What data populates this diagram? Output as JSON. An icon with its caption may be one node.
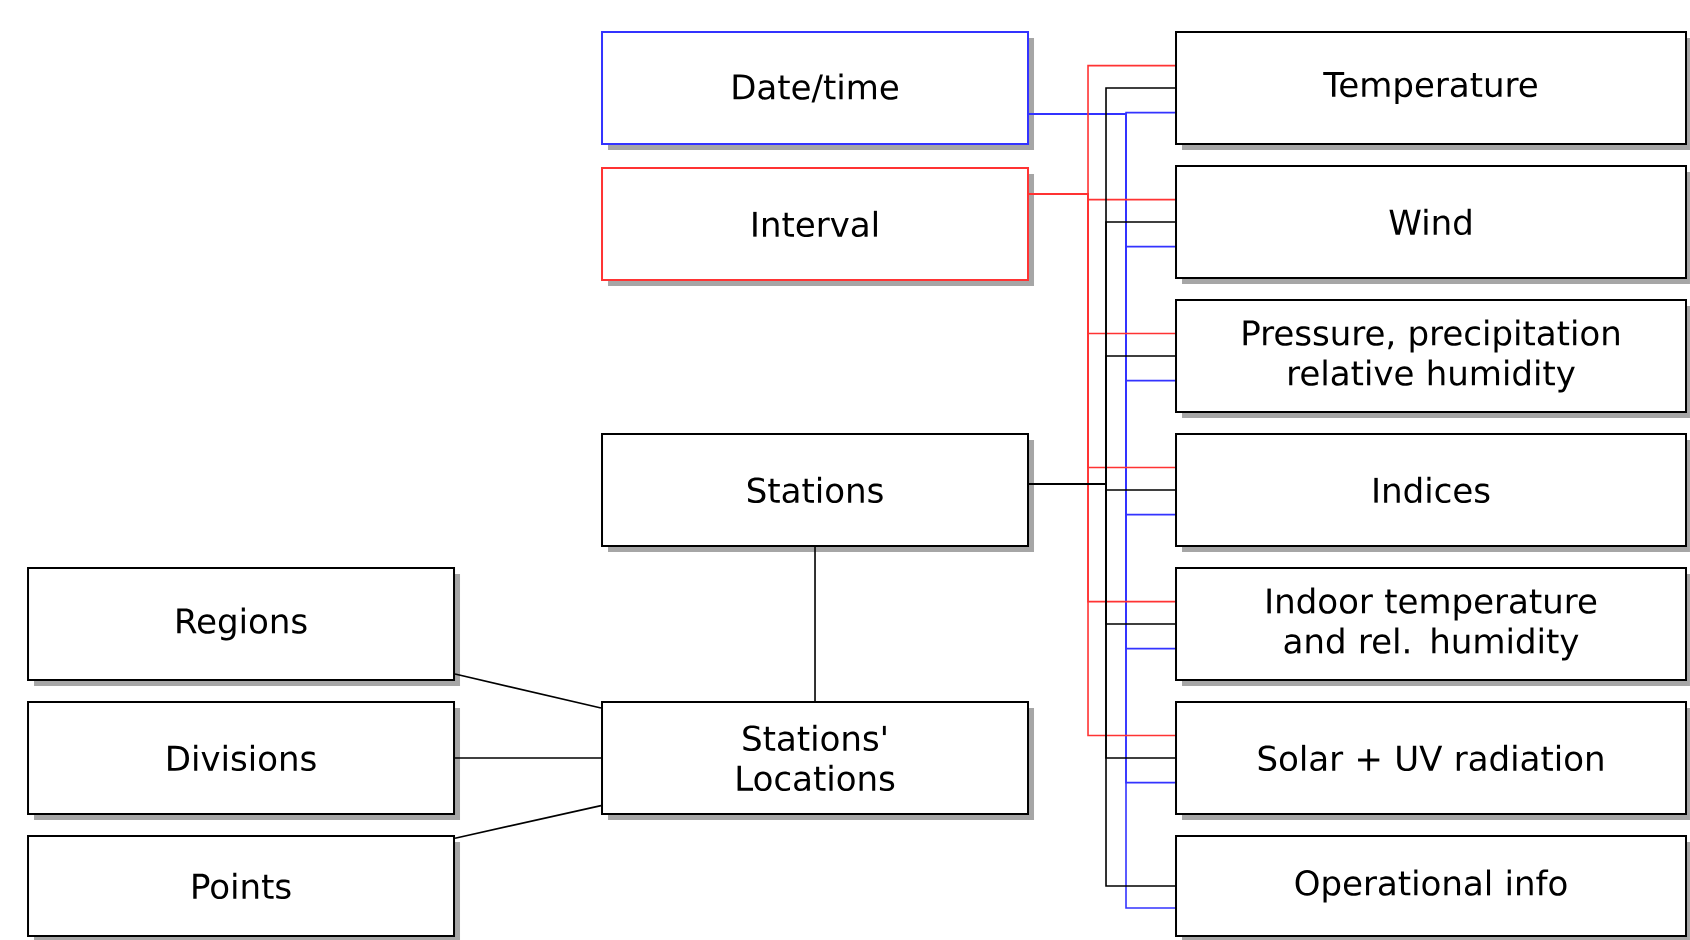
{
  "diagram": {
    "nodes": [
      {
        "text": [
          "Date/time"
        ]
      },
      {
        "text": [
          "Interval"
        ]
      },
      {
        "text": [
          "Stations"
        ]
      },
      {
        "text": [
          "Temperature"
        ]
      },
      {
        "text": [
          "Wind"
        ]
      },
      {
        "text": [
          "Pressure, precipitation relative humidity"
        ]
      },
      {
        "text": [
          "Indices"
        ]
      },
      {
        "text": [
          "Indoor temperature and rel. humidity"
        ]
      },
      {
        "text": [
          "Solar + UV radiation"
        ]
      },
      {
        "text": [
          "Operational info"
        ]
      },
      {
        "text": [
          "Regions"
        ]
      },
      {
        "text": [
          "Divisions"
        ]
      },
      {
        "text": [
          "Points"
        ]
      },
      {
        "text": [
          "Stations' Locations"
        ]
      }
    ],
    "edges": [
      {
        "from": 0,
        "to": 3,
        "arrow": "none",
        "color": "#3333ff"
      },
      {
        "from": 0,
        "to": 4,
        "arrow": "none",
        "color": "#3333ff"
      },
      {
        "from": 0,
        "to": 5,
        "arrow": "none",
        "color": "#3333ff"
      },
      {
        "from": 0,
        "to": 6,
        "arrow": "none",
        "color": "#3333ff"
      },
      {
        "from": 0,
        "to": 7,
        "arrow": "none",
        "color": "#3333ff"
      },
      {
        "from": 0,
        "to": 8,
        "arrow": "none",
        "color": "#3333ff"
      },
      {
        "from": 0,
        "to": 9,
        "arrow": "none",
        "color": "#3333ff"
      },
      {
        "from": 1,
        "to": 3,
        "arrow": "none",
        "color": "#ff3333"
      },
      {
        "from": 1,
        "to": 4,
        "arrow": "none",
        "color": "#ff3333"
      },
      {
        "from": 1,
        "to": 5,
        "arrow": "none",
        "color": "#ff3333"
      },
      {
        "from": 1,
        "to": 6,
        "arrow": "none",
        "color": "#ff3333"
      },
      {
        "from": 1,
        "to": 7,
        "arrow": "none",
        "color": "#ff3333"
      },
      {
        "from": 1,
        "to": 8,
        "arrow": "none",
        "color": "#ff3333"
      },
      {
        "from": 2,
        "to": 3,
        "arrow": "none"
      },
      {
        "from": 2,
        "to": 4,
        "arrow": "none"
      },
      {
        "from": 2,
        "to": 5,
        "arrow": "none"
      },
      {
        "from": 2,
        "to": 6,
        "arrow": "none"
      },
      {
        "from": 2,
        "to": 7,
        "arrow": "none"
      },
      {
        "from": 2,
        "to": 8,
        "arrow": "none"
      },
      {
        "from": 2,
        "to": 9,
        "arrow": "none"
      },
      {
        "from": 2,
        "to": 13,
        "arrow": "none"
      },
      {
        "from": 10,
        "to": 13,
        "arrow": "none"
      },
      {
        "from": 11,
        "to": 13,
        "arrow": "none"
      },
      {
        "from": 12,
        "to": 13,
        "arrow": "none"
      }
    ]
  }
}
